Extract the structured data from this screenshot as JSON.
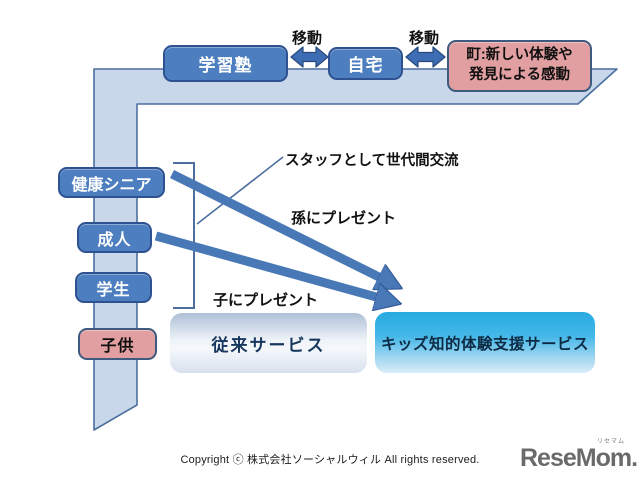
{
  "palette": {
    "node_blue": "#4d7ebf",
    "node_blue_border": "#2e5291",
    "node_pink": "#e29fa1",
    "ribbon_fill": "#c9d7ea",
    "ribbon_border": "#4c6f9f",
    "arrow_blue": "#4879b6",
    "double_arrow_blue": "#3f6db3",
    "kids_box_top": "#27aae1",
    "conventional_text": "#17375e"
  },
  "top_row": {
    "juku": "学習塾",
    "home": "自宅",
    "town": "町:新しい体験や\n発見による感動",
    "move_left": "移動",
    "move_right": "移動"
  },
  "left_column": {
    "senior": "健康シニア",
    "adult": "成人",
    "student": "学生",
    "child": "子供"
  },
  "flow_labels": {
    "staff": "スタッフとして世代間交流",
    "grandchild": "孫にプレゼント",
    "child_present": "子にプレゼント"
  },
  "services": {
    "conventional": "従来サービス",
    "kids": "キッズ知的体験支援サービス"
  },
  "footer": {
    "copyright": "Copyright ⓒ 株式会社ソーシャルウィル All rights reserved.",
    "logo": "ReseMom.",
    "logo_ruby": "リセマム"
  }
}
